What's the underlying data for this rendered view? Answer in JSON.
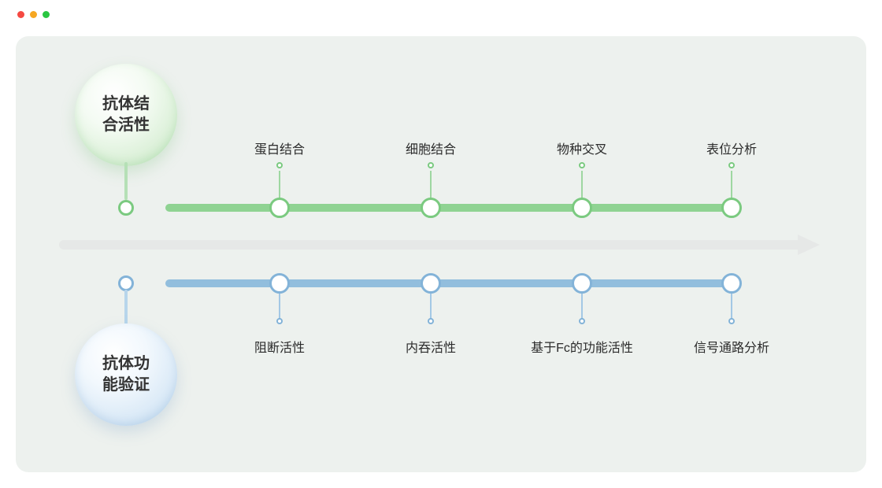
{
  "window": {
    "traffic_lights": {
      "close_color": "#f54942",
      "minimize_color": "#f6a722",
      "zoom_color": "#29c641"
    }
  },
  "diagram": {
    "panel_background": "#edf1ee",
    "center_arrow_color": "#e6e8e7",
    "top_track": {
      "accent_color": "#8fd392",
      "bubble_label_line1": "抗体结",
      "bubble_label_line2": "合活性",
      "bubble_full_label": "抗体结合活性",
      "milestones": [
        {
          "label": "蛋白结合"
        },
        {
          "label": "细胞结合"
        },
        {
          "label": "物种交叉"
        },
        {
          "label": "表位分析"
        }
      ]
    },
    "bottom_track": {
      "accent_color": "#92bedd",
      "bubble_label_line1": "抗体功",
      "bubble_label_line2": "能验证",
      "bubble_full_label": "抗体功能验证",
      "milestones": [
        {
          "label": "阻断活性"
        },
        {
          "label": "内吞活性"
        },
        {
          "label": "基于Fc的功能活性"
        },
        {
          "label": "信号通路分析"
        }
      ]
    }
  }
}
